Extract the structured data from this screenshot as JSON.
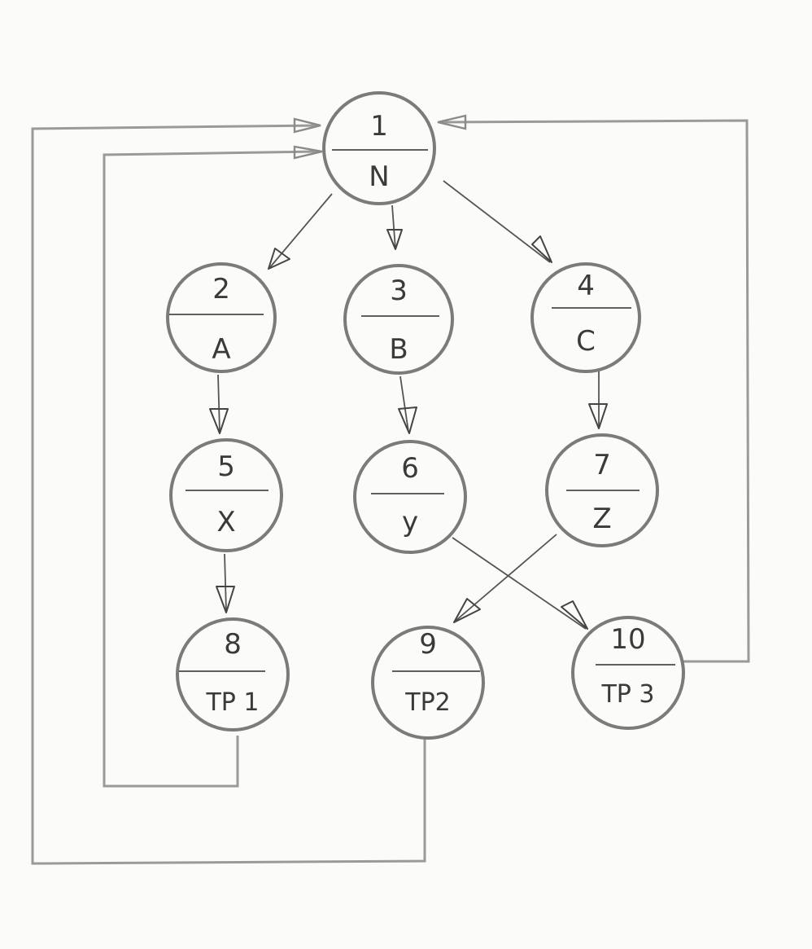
{
  "nodes": [
    {
      "id": "1",
      "label": "N"
    },
    {
      "id": "2",
      "label": "A"
    },
    {
      "id": "3",
      "label": "B"
    },
    {
      "id": "4",
      "label": "C"
    },
    {
      "id": "5",
      "label": "X"
    },
    {
      "id": "6",
      "label": "y"
    },
    {
      "id": "7",
      "label": "Z"
    },
    {
      "id": "8",
      "label": "TP 1"
    },
    {
      "id": "9",
      "label": "TP2"
    },
    {
      "id": "10",
      "label": "TP 3"
    }
  ],
  "edges": [
    {
      "from": "1",
      "to": "2"
    },
    {
      "from": "1",
      "to": "3"
    },
    {
      "from": "1",
      "to": "4"
    },
    {
      "from": "2",
      "to": "5"
    },
    {
      "from": "3",
      "to": "6"
    },
    {
      "from": "4",
      "to": "7"
    },
    {
      "from": "5",
      "to": "8"
    },
    {
      "from": "6",
      "to": "10"
    },
    {
      "from": "7",
      "to": "9"
    },
    {
      "from": "8",
      "to": "1"
    },
    {
      "from": "9",
      "to": "1"
    },
    {
      "from": "10",
      "to": "1"
    }
  ]
}
